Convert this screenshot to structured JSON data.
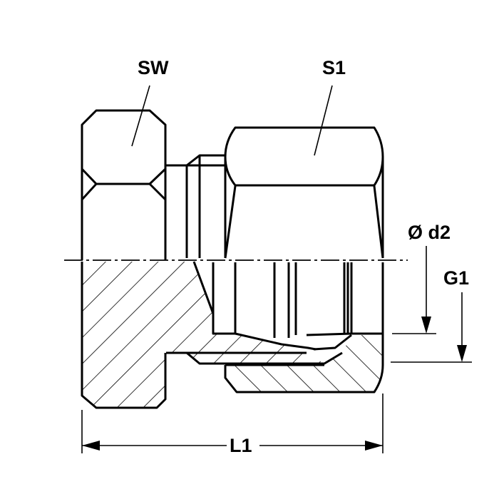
{
  "drawing": {
    "title": "Blanking plug with female thread - dimension drawing",
    "labels": {
      "sw": "SW",
      "s1": "S1",
      "d2": "Ø d2",
      "g1": "G1",
      "l1": "L1"
    },
    "colors": {
      "line": "#000000",
      "background": "#ffffff"
    }
  }
}
